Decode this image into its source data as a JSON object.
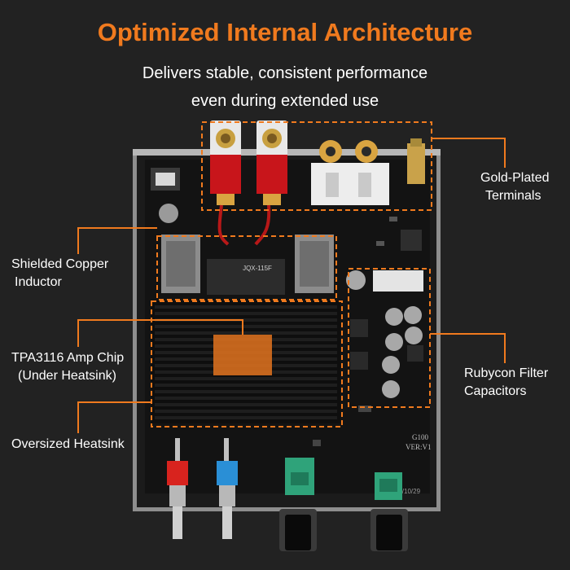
{
  "header": {
    "title": "Optimized Internal Architecture",
    "subtitle_line1": "Delivers stable, consistent performance",
    "subtitle_line2": "even during extended use"
  },
  "callouts": {
    "gold_terminals": {
      "line1": "Gold-Plated",
      "line2": "Terminals"
    },
    "inductor": {
      "line1": "Shielded Copper",
      "line2": "Inductor"
    },
    "amp_chip": {
      "line1": "TPA3116 Amp Chip",
      "line2": "(Under Heatsink)"
    },
    "heatsink": {
      "line1": "Oversized Heatsink"
    },
    "capacitors": {
      "line1": "Rubycon Filter",
      "line2": "Capacitors"
    }
  },
  "board_text": {
    "relay_model": "JQX-115F",
    "model": "G100",
    "version": "VER:V1",
    "date": "2025/10/29"
  },
  "colors": {
    "accent": "#F07A1E",
    "background": "#222222",
    "text": "#FFFFFF",
    "pcb": "#161616",
    "chassis": "#9A9A9A",
    "terminal_red": "#C8151B",
    "gold": "#D9A441",
    "switch_red": "#D8231E",
    "switch_blue": "#2A8FD6",
    "pot_green": "#2FA37A"
  }
}
